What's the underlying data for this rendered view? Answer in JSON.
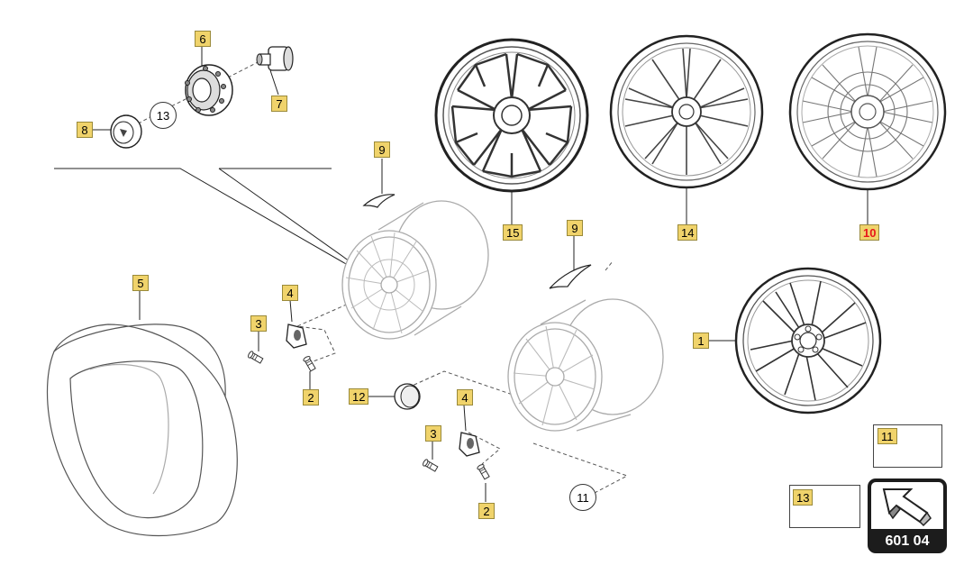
{
  "diagram": {
    "callouts": [
      {
        "id": "c15",
        "label": "15",
        "shape": "box"
      },
      {
        "id": "c14",
        "label": "14",
        "shape": "box"
      },
      {
        "id": "c10",
        "label": "10",
        "shape": "box",
        "highlight": true
      },
      {
        "id": "c9a",
        "label": "9",
        "shape": "box"
      },
      {
        "id": "c9b",
        "label": "9",
        "shape": "box"
      },
      {
        "id": "c6",
        "label": "6",
        "shape": "box"
      },
      {
        "id": "c7",
        "label": "7",
        "shape": "box"
      },
      {
        "id": "c8",
        "label": "8",
        "shape": "box"
      },
      {
        "id": "c13a",
        "label": "13",
        "shape": "circle"
      },
      {
        "id": "c5",
        "label": "5",
        "shape": "box"
      },
      {
        "id": "c4a",
        "label": "4",
        "shape": "box"
      },
      {
        "id": "c3a",
        "label": "3",
        "shape": "box"
      },
      {
        "id": "c2a",
        "label": "2",
        "shape": "box"
      },
      {
        "id": "c12",
        "label": "12",
        "shape": "box"
      },
      {
        "id": "c4b",
        "label": "4",
        "shape": "box"
      },
      {
        "id": "c3b",
        "label": "3",
        "shape": "box"
      },
      {
        "id": "c2b",
        "label": "2",
        "shape": "box"
      },
      {
        "id": "c11a",
        "label": "11",
        "shape": "circle"
      },
      {
        "id": "c1",
        "label": "1",
        "shape": "box"
      },
      {
        "id": "c11b",
        "label": "11",
        "shape": "box"
      },
      {
        "id": "c13b",
        "label": "13",
        "shape": "box"
      }
    ],
    "page_code": "601 04",
    "colors": {
      "callout_fill": "#f0d36b",
      "highlight_text": "#e8161b",
      "line": "#222222",
      "light_line": "#9a9a9a",
      "badge": "#1c1c1c"
    },
    "icons": {
      "badge": "navigation-arrow-icon"
    }
  }
}
